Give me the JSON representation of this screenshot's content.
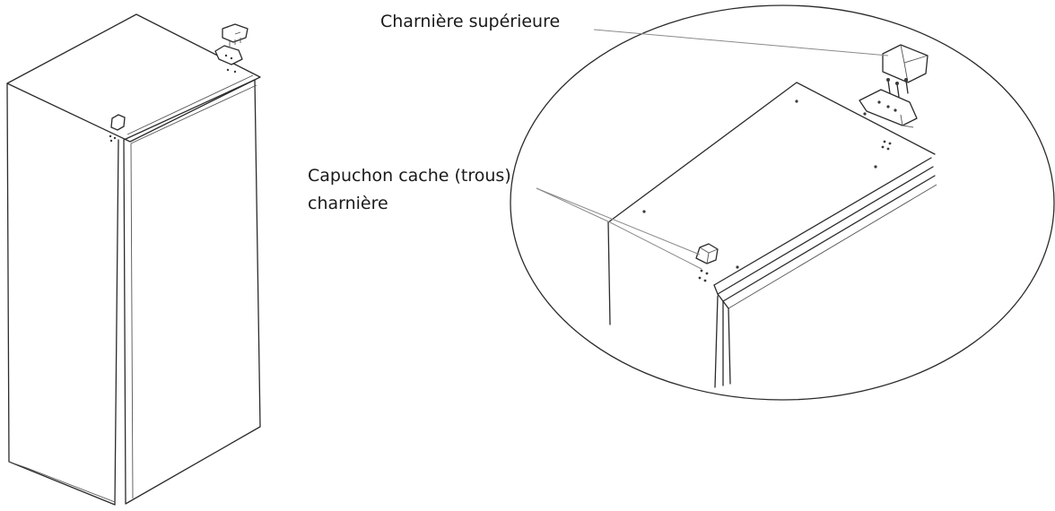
{
  "labels": {
    "top_hinge": "Charnière supérieure",
    "hinge_cap_line1": "Capuchon cache (trous)",
    "hinge_cap_line2": "charnière"
  }
}
